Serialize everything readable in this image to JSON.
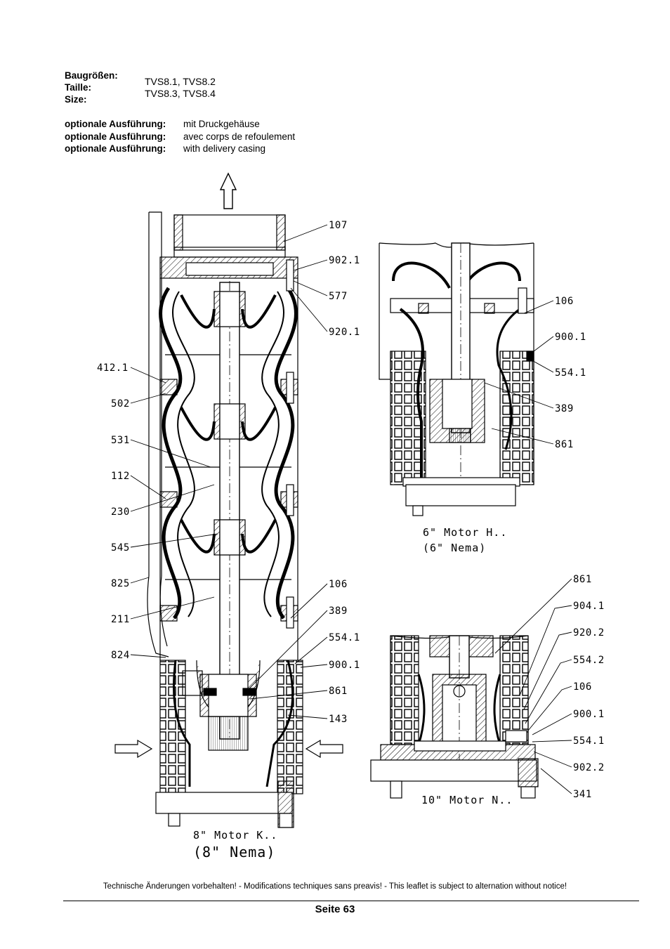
{
  "header": {
    "size_labels": [
      "Baugrößen:",
      "Taille:",
      "Size:"
    ],
    "size_values": [
      "TVS8.1, TVS8.2",
      "TVS8.3, TVS8.4"
    ],
    "option_labels": [
      "optionale Ausführung:",
      "optionale Ausführung:",
      "optionale Ausführung:"
    ],
    "option_values": [
      "mit Druckgehäuse",
      "avec corps de refoulement",
      "with delivery casing"
    ]
  },
  "drawing": {
    "left_labels": [
      "412.1",
      "502",
      "531",
      "112",
      "230",
      "545",
      "825",
      "211",
      "824"
    ],
    "main_right_labels": [
      "107",
      "902.1",
      "577",
      "920.1",
      "106",
      "389",
      "554.1",
      "900.1",
      "861",
      "143"
    ],
    "motor6_labels": [
      "106",
      "900.1",
      "554.1",
      "389",
      "861"
    ],
    "motor10_labels": [
      "861",
      "904.1",
      "920.2",
      "554.2",
      "106",
      "900.1",
      "554.1",
      "902.2",
      "341"
    ],
    "captions": {
      "motor8_line1": "8\" Motor K..",
      "motor8_line2": "(8\" Nema)",
      "motor6_line1": "6\" Motor H..",
      "motor6_line2": "(6\" Nema)",
      "motor10": "10\" Motor N.."
    }
  },
  "footer": {
    "note": "Technische Änderungen vorbehalten! - Modifications techniques sans preavis! - This leaflet is subject to alternation without notice!",
    "page": "Seite 63"
  }
}
